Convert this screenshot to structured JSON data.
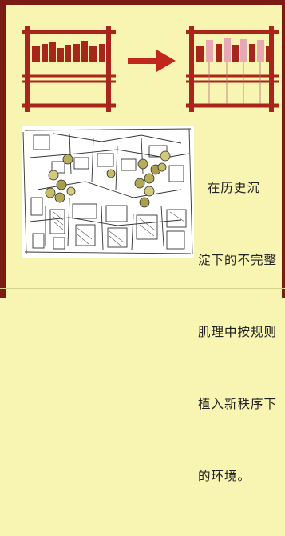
{
  "caption": {
    "line1": "  在历史沉",
    "line2": "淀下的不完整",
    "line3": "肌理中按规则",
    "line4": "植入新秩序下",
    "line5": "的环境。"
  },
  "colors": {
    "background": "#f8f4b2",
    "frame": "#7a1b14",
    "diagram_red": "#a8251c",
    "arrow_red": "#c0281e"
  },
  "icons": {
    "arrow": "right-arrow-icon"
  }
}
